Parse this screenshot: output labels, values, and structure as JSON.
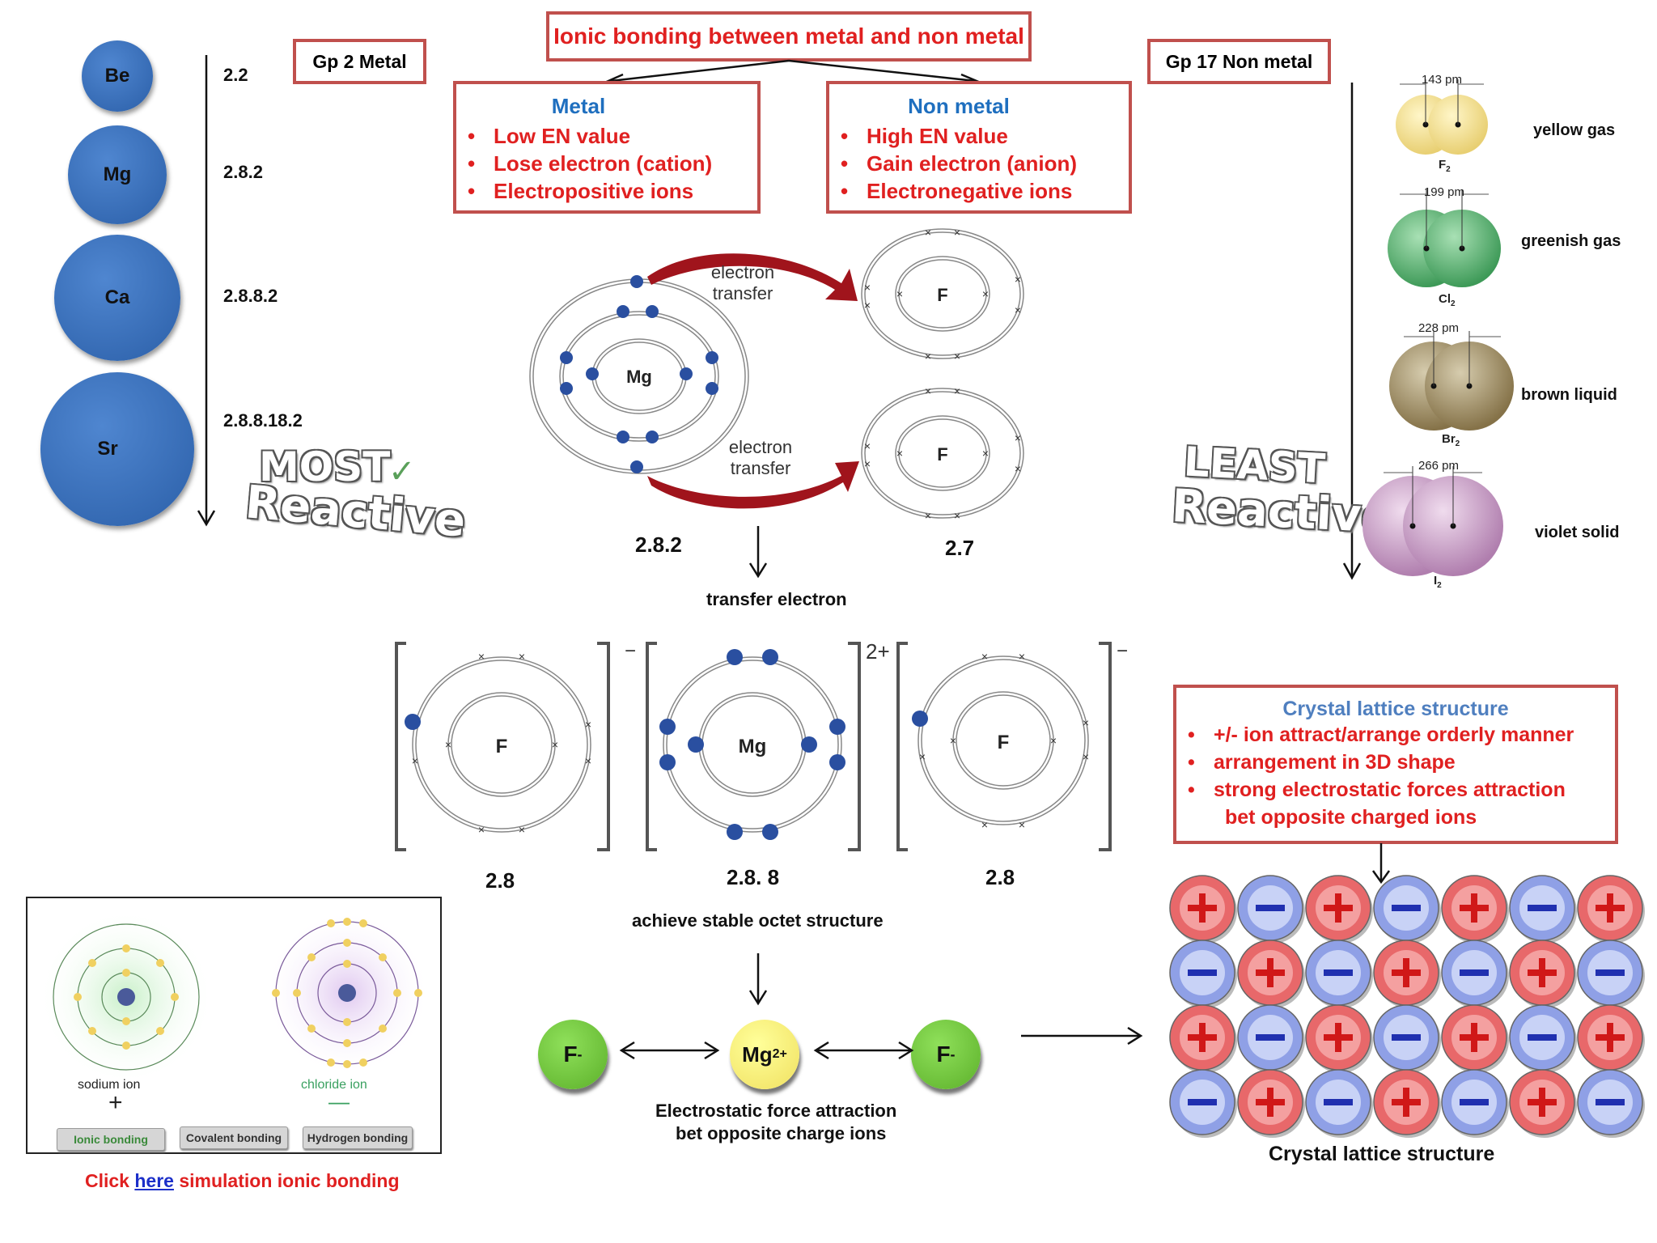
{
  "title": "Ionic bonding between metal and non metal",
  "group2": {
    "heading": "Gp 2 Metal",
    "atoms": [
      {
        "symbol": "Be",
        "config": "2.2"
      },
      {
        "symbol": "Mg",
        "config": "2.8.2"
      },
      {
        "symbol": "Ca",
        "config": "2.8.8.2"
      },
      {
        "symbol": "Sr",
        "config": "2.8.8.18.2"
      }
    ],
    "reactivity_line1": "MOST",
    "reactivity_line2": "Reactive"
  },
  "metal_box": {
    "heading": "Metal",
    "items": [
      "Low EN value",
      "Lose electron (cation)",
      "Electropositive ions"
    ]
  },
  "nonmetal_box": {
    "heading": "Non metal",
    "items": [
      "High EN value",
      "Gain electron (anion)",
      "Electronegative ions"
    ]
  },
  "group17": {
    "heading": "Gp 17 Non metal",
    "molecules": [
      {
        "formula": "F",
        "subscript": "2",
        "bond": "143 pm",
        "state": "yellow gas",
        "color": "#f2dc86"
      },
      {
        "formula": "Cl",
        "subscript": "2",
        "bond": "199 pm",
        "state": "greenish gas",
        "color": "#5fae72"
      },
      {
        "formula": "Br",
        "subscript": "2",
        "bond": "228 pm",
        "state": "brown liquid",
        "color": "#9c8a62"
      },
      {
        "formula": "I",
        "subscript": "2",
        "bond": "266 pm",
        "state": "violet solid",
        "color": "#c89bc0"
      }
    ],
    "reactivity_line1": "LEAST",
    "reactivity_line2": "Reactive"
  },
  "transfer": {
    "label_line1": "electron",
    "label_line2": "transfer",
    "mg_symbol": "Mg",
    "f_symbol": "F",
    "mg_config": "2.8.2",
    "f_config": "2.7",
    "step_label": "transfer electron"
  },
  "ions": {
    "left_config": "2.8",
    "mid_config": "2.8. 8",
    "right_config": "2.8",
    "anion_charge": "−",
    "cation_charge": "2+",
    "octet_label": "achieve stable octet structure"
  },
  "attraction": {
    "f_ion": "F",
    "f_sup": "-",
    "mg_ion": "Mg",
    "mg_sup": "2+",
    "caption_line1": "Electrostatic force attraction",
    "caption_line2": "bet opposite charge ions"
  },
  "lattice_box": {
    "heading": "Crystal lattice structure",
    "items": [
      "+/- ion attract/arrange orderly manner",
      "arrangement in 3D shape",
      "strong electrostatic forces attraction"
    ],
    "continuation": "bet opposite charged ions"
  },
  "lattice": {
    "rows": [
      [
        "+",
        "-",
        "+",
        "-",
        "+",
        "-",
        "+"
      ],
      [
        "-",
        "+",
        "-",
        "+",
        "-",
        "+",
        "-"
      ],
      [
        "+",
        "-",
        "+",
        "-",
        "+",
        "-",
        "+"
      ],
      [
        "-",
        "+",
        "-",
        "+",
        "-",
        "+",
        "-"
      ]
    ],
    "caption": "Crystal lattice structure",
    "pos_color": "#e8686a",
    "neg_color": "#8fa0e6"
  },
  "simulation": {
    "sodium_label": "sodium ion",
    "sodium_sign": "+",
    "chloride_label": "chloride ion",
    "chloride_sign": "—",
    "buttons": [
      "Ionic bonding",
      "Covalent bonding",
      "Hydrogen bonding"
    ],
    "link_prefix": "Click ",
    "link_text": "here",
    "link_suffix": " simulation ionic bonding"
  }
}
